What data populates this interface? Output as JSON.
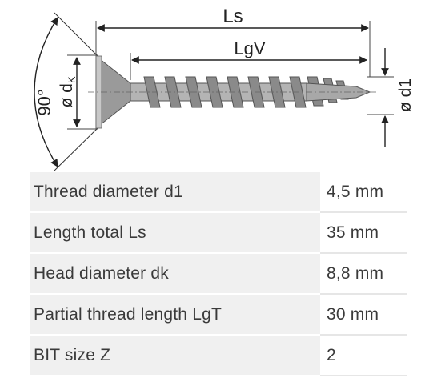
{
  "diagram": {
    "angle_label": "90°",
    "head_diameter_label": "ø d",
    "head_diameter_subscript": "K",
    "length_total_label": "Ls",
    "thread_length_label": "LgV",
    "thread_diameter_label": "ø d1"
  },
  "specs": [
    {
      "label": "Thread diameter d1",
      "value": "4,5 mm"
    },
    {
      "label": "Length total Ls",
      "value": "35 mm"
    },
    {
      "label": "Head diameter dk",
      "value": "8,8 mm"
    },
    {
      "label": "Partial thread length LgT",
      "value": "30 mm"
    },
    {
      "label": "BIT size Z",
      "value": "2"
    }
  ]
}
